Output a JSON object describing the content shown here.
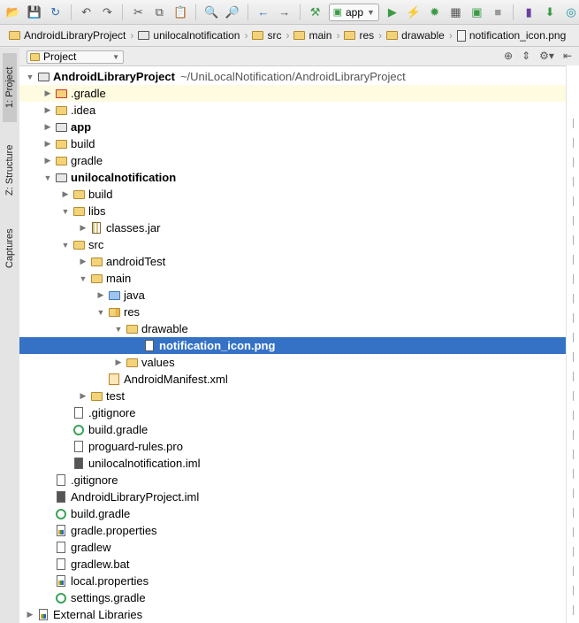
{
  "toolbar": {
    "run_config": "app",
    "icons": [
      "folder-open-icon",
      "save-icon",
      "sync-icon",
      "undo-icon",
      "redo-icon",
      "cut-icon",
      "copy-icon",
      "paste-icon",
      "find-icon",
      "replace-icon",
      "back-icon",
      "forward-icon",
      "build-icon",
      "run-icon",
      "apply-changes-icon",
      "debug-icon",
      "profile-icon",
      "attach-debugger-icon",
      "stop-icon",
      "avd-manager-icon",
      "sdk-manager-icon"
    ]
  },
  "breadcrumbs": [
    "AndroidLibraryProject",
    "unilocalnotification",
    "src",
    "main",
    "res",
    "drawable",
    "notification_icon.png"
  ],
  "side_tabs": [
    "1: Project",
    "Z: Structure",
    "Captures"
  ],
  "panel": {
    "selector_label": "Project"
  },
  "tree": [
    {
      "label": "AndroidLibraryProject",
      "suffix": "~/UniLocalNotification/AndroidLibraryProject",
      "depth": 0,
      "arrow": "open",
      "icon": "module",
      "bold": true
    },
    {
      "label": ".gradle",
      "depth": 1,
      "arrow": "closed",
      "icon": "folder-red",
      "hl": true
    },
    {
      "label": ".idea",
      "depth": 1,
      "arrow": "closed",
      "icon": "folder"
    },
    {
      "label": "app",
      "depth": 1,
      "arrow": "closed",
      "icon": "module",
      "bold": true
    },
    {
      "label": "build",
      "depth": 1,
      "arrow": "closed",
      "icon": "folder"
    },
    {
      "label": "gradle",
      "depth": 1,
      "arrow": "closed",
      "icon": "folder"
    },
    {
      "label": "unilocalnotification",
      "depth": 1,
      "arrow": "open",
      "icon": "module",
      "bold": true
    },
    {
      "label": "build",
      "depth": 2,
      "arrow": "closed",
      "icon": "folder"
    },
    {
      "label": "libs",
      "depth": 2,
      "arrow": "open",
      "icon": "folder"
    },
    {
      "label": "classes.jar",
      "depth": 3,
      "arrow": "closed",
      "icon": "jar"
    },
    {
      "label": "src",
      "depth": 2,
      "arrow": "open",
      "icon": "folder"
    },
    {
      "label": "androidTest",
      "depth": 3,
      "arrow": "closed",
      "icon": "folder"
    },
    {
      "label": "main",
      "depth": 3,
      "arrow": "open",
      "icon": "folder"
    },
    {
      "label": "java",
      "depth": 4,
      "arrow": "closed",
      "icon": "folder-blue"
    },
    {
      "label": "res",
      "depth": 4,
      "arrow": "open",
      "icon": "folder-res"
    },
    {
      "label": "drawable",
      "depth": 5,
      "arrow": "open",
      "icon": "folder"
    },
    {
      "label": "notification_icon.png",
      "depth": 6,
      "arrow": "none",
      "icon": "image",
      "selected": true,
      "bold": true
    },
    {
      "label": "values",
      "depth": 5,
      "arrow": "closed",
      "icon": "folder"
    },
    {
      "label": "AndroidManifest.xml",
      "depth": 4,
      "arrow": "none",
      "icon": "xml"
    },
    {
      "label": "test",
      "depth": 3,
      "arrow": "closed",
      "icon": "folder"
    },
    {
      "label": ".gitignore",
      "depth": 2,
      "arrow": "none",
      "icon": "file"
    },
    {
      "label": "build.gradle",
      "depth": 2,
      "arrow": "none",
      "icon": "gradle"
    },
    {
      "label": "proguard-rules.pro",
      "depth": 2,
      "arrow": "none",
      "icon": "file"
    },
    {
      "label": "unilocalnotification.iml",
      "depth": 2,
      "arrow": "none",
      "icon": "file-dark"
    },
    {
      "label": ".gitignore",
      "depth": 1,
      "arrow": "none",
      "icon": "file"
    },
    {
      "label": "AndroidLibraryProject.iml",
      "depth": 1,
      "arrow": "none",
      "icon": "file-dark"
    },
    {
      "label": "build.gradle",
      "depth": 1,
      "arrow": "none",
      "icon": "gradle"
    },
    {
      "label": "gradle.properties",
      "depth": 1,
      "arrow": "none",
      "icon": "props"
    },
    {
      "label": "gradlew",
      "depth": 1,
      "arrow": "none",
      "icon": "file"
    },
    {
      "label": "gradlew.bat",
      "depth": 1,
      "arrow": "none",
      "icon": "file"
    },
    {
      "label": "local.properties",
      "depth": 1,
      "arrow": "none",
      "icon": "props"
    },
    {
      "label": "settings.gradle",
      "depth": 1,
      "arrow": "none",
      "icon": "gradle"
    },
    {
      "label": "External Libraries",
      "depth": 0,
      "arrow": "closed",
      "icon": "libraries"
    }
  ],
  "colors": {
    "selection": "#3572c6",
    "highlight": "#fffbe0",
    "folder": "#f3d37a",
    "gradle": "#3aa357"
  }
}
